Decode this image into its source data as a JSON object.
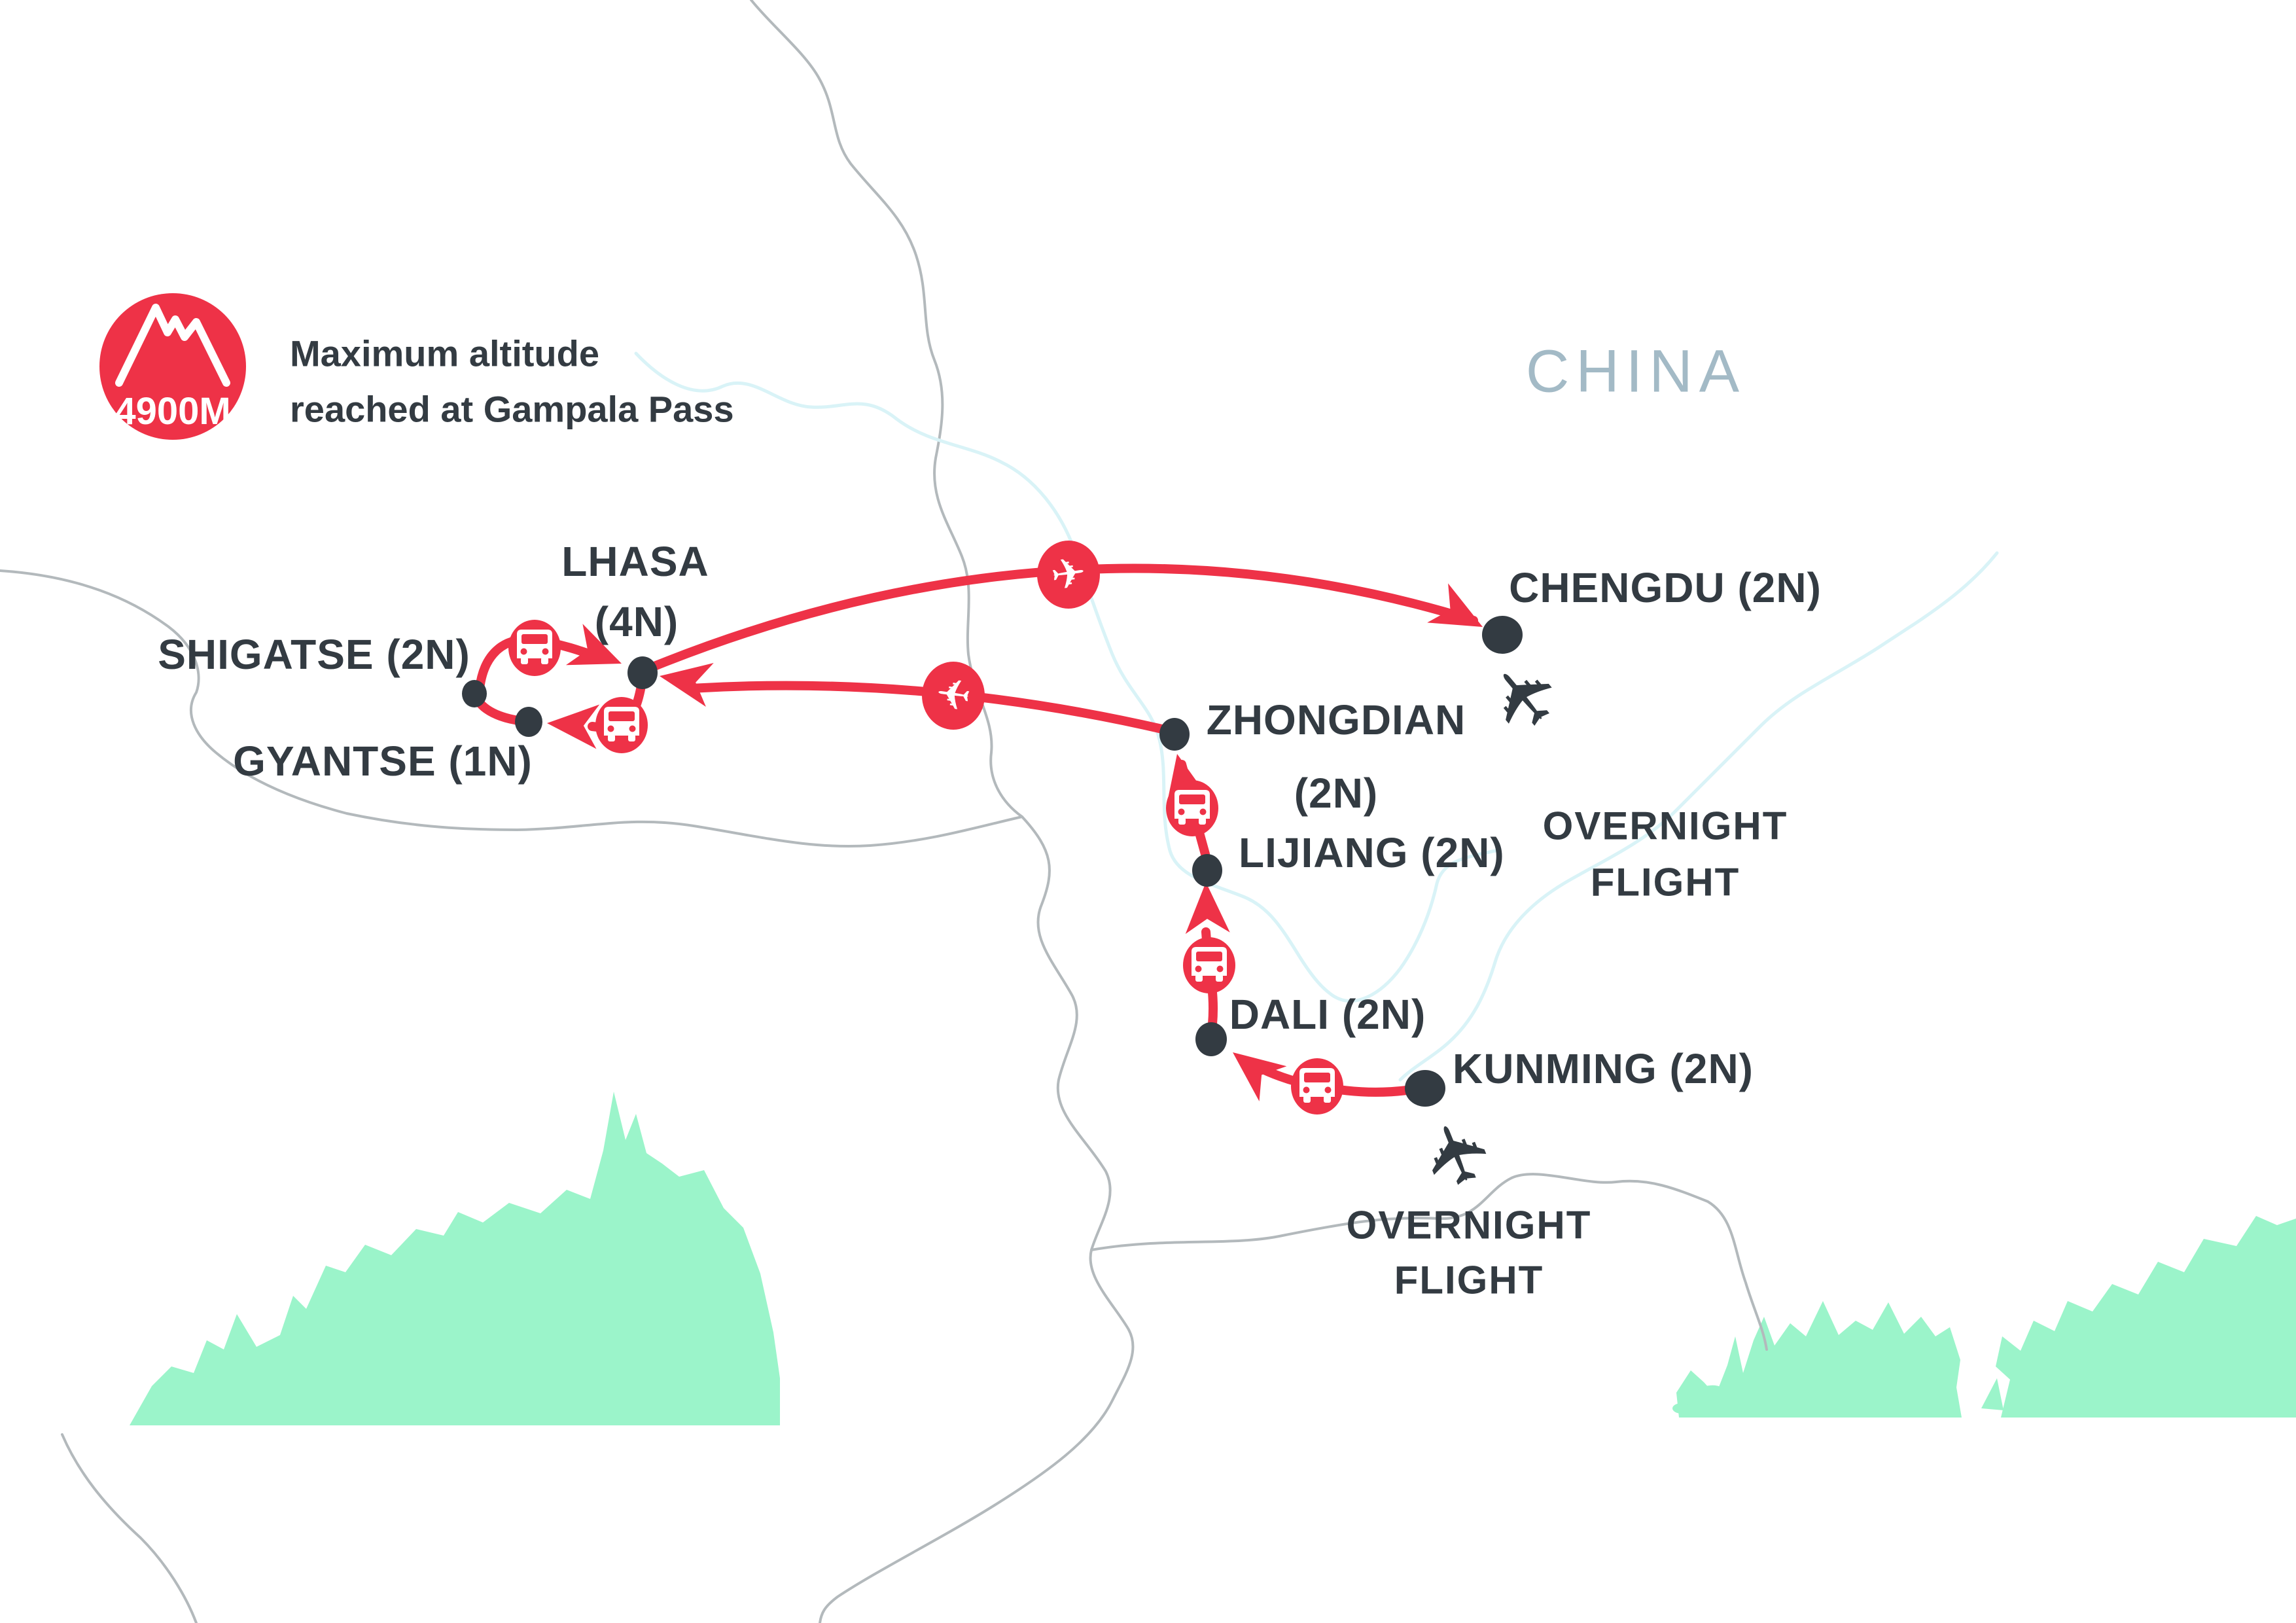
{
  "badge": {
    "altitude_label": "4900M",
    "note_line1": "Maximum altitude",
    "note_line2": "reached at Gampala Pass"
  },
  "region": {
    "label": "CHINA"
  },
  "cities": {
    "lhasa": {
      "line1": "LHASA",
      "line2": "(4N)"
    },
    "shigatse": {
      "label": "SHIGATSE (2N)"
    },
    "gyantse": {
      "label": "GYANTSE (1N)"
    },
    "chengdu": {
      "label": "CHENGDU (2N)"
    },
    "zhongdian": {
      "line1": "ZHONGDIAN",
      "line2": "(2N)"
    },
    "lijiang": {
      "label": "LIJIANG (2N)"
    },
    "dali": {
      "label": "DALI (2N)"
    },
    "kunming": {
      "label": "KUNMING (2N)"
    }
  },
  "annotations": {
    "overnight_chengdu": {
      "line1": "OVERNIGHT",
      "line2": "FLIGHT"
    },
    "overnight_kunming": {
      "line1": "OVERNIGHT",
      "line2": "FLIGHT"
    }
  },
  "icons": {
    "plane": "✈",
    "bus": "bus-front-icon",
    "mountain": "mountain-peaks-icon"
  },
  "colors": {
    "route-red": "#EE3247",
    "ink": "#333B42",
    "region-label": "#A3BAC6",
    "land-green": "#9BF4CA",
    "river-blue": "#D9F3F7",
    "border-gray": "#B3B9BC"
  }
}
